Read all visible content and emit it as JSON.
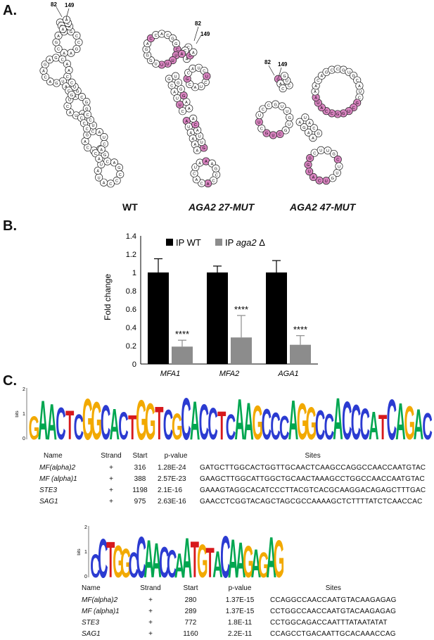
{
  "panelA": {
    "label": "A.",
    "structures": [
      {
        "id": "wt",
        "label": "WT",
        "italic": false,
        "start": "82",
        "end": "149"
      },
      {
        "id": "mut27",
        "label": "AGA2 27-MUT",
        "italic": true,
        "start": "82",
        "end": "149"
      },
      {
        "id": "mut47",
        "label": "AGA2 47-MUT",
        "italic": true,
        "start": "82",
        "end": "149"
      }
    ],
    "colors": {
      "normal": "#ffffff",
      "mutated": "#d884c0",
      "stroke": "#222222"
    }
  },
  "panelB": {
    "label": "B."
  },
  "chart_data": {
    "type": "bar",
    "categories": [
      "MFA1",
      "MFA2",
      "AGA1"
    ],
    "series": [
      {
        "name": "IP WT",
        "values": [
          1.0,
          1.0,
          1.0
        ],
        "errors": [
          0.15,
          0.07,
          0.13
        ],
        "color": "#000000"
      },
      {
        "name": "IP aga2 Δ",
        "values": [
          0.19,
          0.29,
          0.21
        ],
        "errors": [
          0.07,
          0.24,
          0.1
        ],
        "color": "#8c8c8c"
      }
    ],
    "annotations": [
      "****",
      "****",
      "****"
    ],
    "ylabel": "Fold change",
    "ylim": [
      0,
      1.4
    ],
    "yticks": [
      "0",
      "0.2",
      "0.4",
      "0.6",
      "0.8",
      "1",
      "1.2",
      "1.4"
    ],
    "legend": {
      "wt": "IP WT",
      "mut_prefix": "IP ",
      "mut_italic": "aga2",
      "mut_suffix": " Δ"
    },
    "grid": false
  },
  "panelC": {
    "label": "C.",
    "logo1": {
      "yaxis": "bits",
      "ymax": "2",
      "ymid": "1",
      "ymin": "0",
      "consensus": "GAACTCGGCACTGGTCGCACCTCAAGCCCAGGCCACCCATCAGAC"
    },
    "logo2": {
      "yaxis": "bits",
      "ymax": "2",
      "ymid": "1",
      "ymin": "0",
      "consensus": "CCTGGCCAACCAATGTACAAGAGAG"
    },
    "headers": [
      "Name",
      "Strand",
      "Start",
      "p-value",
      "Sites"
    ],
    "table1": [
      {
        "name": "MF(alpha)2",
        "strand": "+",
        "start": "316",
        "pvalue": "1.28E-24",
        "site": "GATGCTTGGCACTGGTTGCAACTCAAGCCAGGCCAACCAATGTAC"
      },
      {
        "name": "MF (alpha)1",
        "strand": "+",
        "start": "388",
        "pvalue": "2.57E-23",
        "site": "GAAGCTTGGCATTGGCTGCAACTAAAGCCTGGCCAACCAATGTAC"
      },
      {
        "name": "STE3",
        "strand": "+",
        "start": "1198",
        "pvalue": "2.1E-16",
        "site": "GAAAGTAGGCACATCCCTTACGTCACGCAAGGACAGAGCTTTGAC"
      },
      {
        "name": "SAG1",
        "strand": "+",
        "start": "975",
        "pvalue": "2.63E-16",
        "site": "GAACCTCGGTACAGCTAGCGCCAAAAGCTCTTTTATCTCAACCAC"
      }
    ],
    "table2": [
      {
        "name": "MF(alpha)2",
        "strand": "+",
        "start": "280",
        "pvalue": "1.37E-15",
        "site": "CCAGGCCAACCAATGTACAAGAGAG"
      },
      {
        "name": "MF (alpha)1",
        "strand": "+",
        "start": "289",
        "pvalue": "1.37E-15",
        "site": "CCTGGCCAACCAATGTACAAGAGAG"
      },
      {
        "name": "STE3",
        "strand": "+",
        "start": "772",
        "pvalue": "1.8E-11",
        "site": "CCTGGCAGACCAATTTATAATATAT"
      },
      {
        "name": "SAG1",
        "strand": "+",
        "start": "1160",
        "pvalue": "2.2E-11",
        "site": "CCAGCCTGACAATTGCACAAACCAG"
      }
    ]
  }
}
